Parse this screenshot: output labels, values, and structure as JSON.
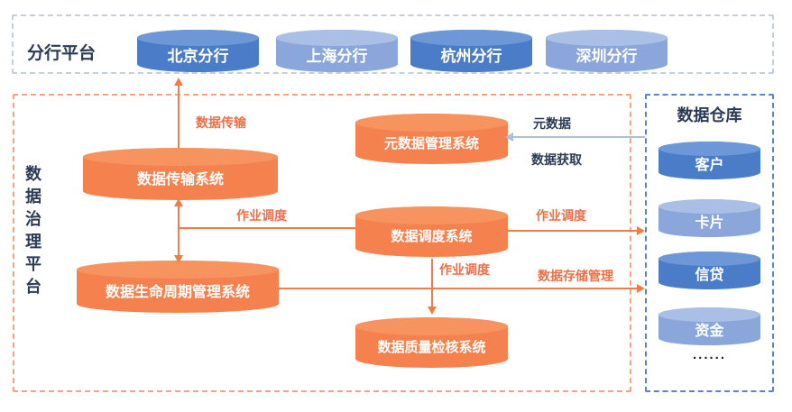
{
  "branch_platform": {
    "title": "分行平台",
    "branches": [
      {
        "label": "北京分行",
        "variant": "dark"
      },
      {
        "label": "上海分行",
        "variant": "light"
      },
      {
        "label": "杭州分行",
        "variant": "dark"
      },
      {
        "label": "深圳分行",
        "variant": "light"
      }
    ]
  },
  "governance_platform": {
    "title": "数据治理平台",
    "systems": {
      "transmission": "数据传输系统",
      "metadata": "元数据管理系统",
      "scheduling": "数据调度系统",
      "lifecycle": "数据生命周期管理系统",
      "quality": "数据质量检核系统"
    }
  },
  "warehouse": {
    "title": "数据仓库",
    "stores": [
      {
        "label": "客户",
        "variant": "dark"
      },
      {
        "label": "卡片",
        "variant": "light"
      },
      {
        "label": "信贷",
        "variant": "dark"
      },
      {
        "label": "资金",
        "variant": "light"
      }
    ],
    "more": "......"
  },
  "flow_labels": {
    "data_transmission": "数据传输",
    "job_scheduling_left": "作业调度",
    "job_scheduling_right": "作业调度",
    "job_scheduling_down": "作业调度",
    "data_storage_management": "数据存储管理",
    "metadata": "元数据",
    "data_acquisition": "数据获取"
  },
  "colors": {
    "orange_body": "#f5814e",
    "orange_top": "#f7935f",
    "orange_line": "#ef7d4a",
    "orange_label": "#ed6f47",
    "orange_border": "#f3a480",
    "blue_dark_body": "#4a7cc8",
    "blue_dark_top": "#6d97d6",
    "blue_light_body": "#8aa6da",
    "blue_light_top": "#aabfe6",
    "blue_border": "#5b84c4",
    "top_border": "#c6cfe0",
    "navy_text": "#2b3a55",
    "metadata_line": "#aebfdc"
  }
}
